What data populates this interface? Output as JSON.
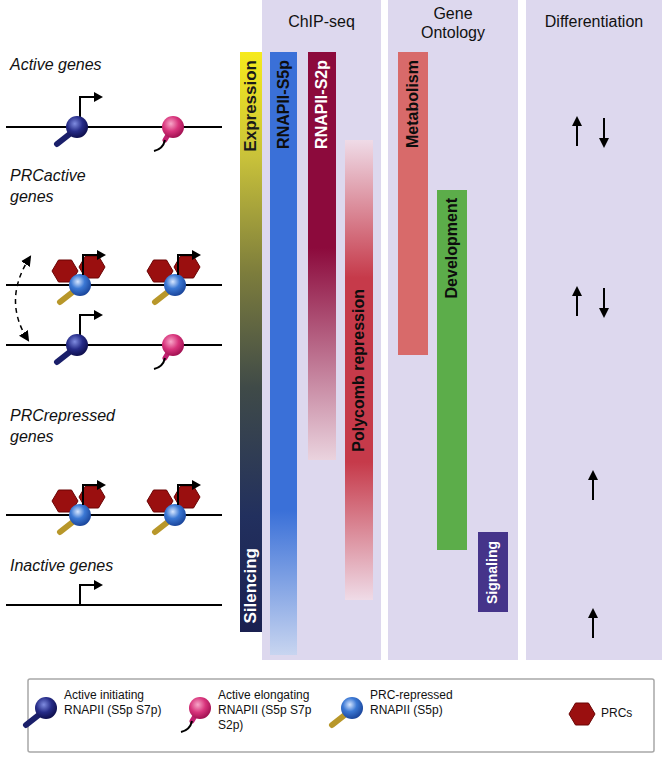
{
  "diagram": {
    "nodes": [
      {
        "text": [
          "Expression",
          "Silencing"
        ]
      },
      {
        "text": [
          "ChIP-seq"
        ]
      },
      {
        "text": [
          "RNAPII-S5p"
        ],
        "in": 1
      },
      {
        "text": [
          "RNAPII-S2p"
        ],
        "in": 1
      },
      {
        "text": [
          "Polycomb repression"
        ],
        "in": 1
      },
      {
        "text": [
          "Gene Ontology"
        ]
      },
      {
        "text": [
          "Metabolism"
        ],
        "in": 5
      },
      {
        "text": [
          "Development"
        ],
        "in": 5
      },
      {
        "text": [
          "Signaling"
        ],
        "in": 5
      },
      {
        "text": [
          "Differentiation"
        ]
      }
    ],
    "labels": [
      "Active genes",
      "PRCactive genes",
      "PRCrepressed genes",
      "Inactive genes"
    ],
    "legend": [
      {
        "text": "Active initiating RNAPII (S5p S7p)"
      },
      {
        "text": "Active elongating RNAPII (S5p S7p S2p)"
      },
      {
        "text": "PRC-repressed RNAPII (S5p)"
      },
      {
        "text": "PRCs"
      }
    ]
  }
}
